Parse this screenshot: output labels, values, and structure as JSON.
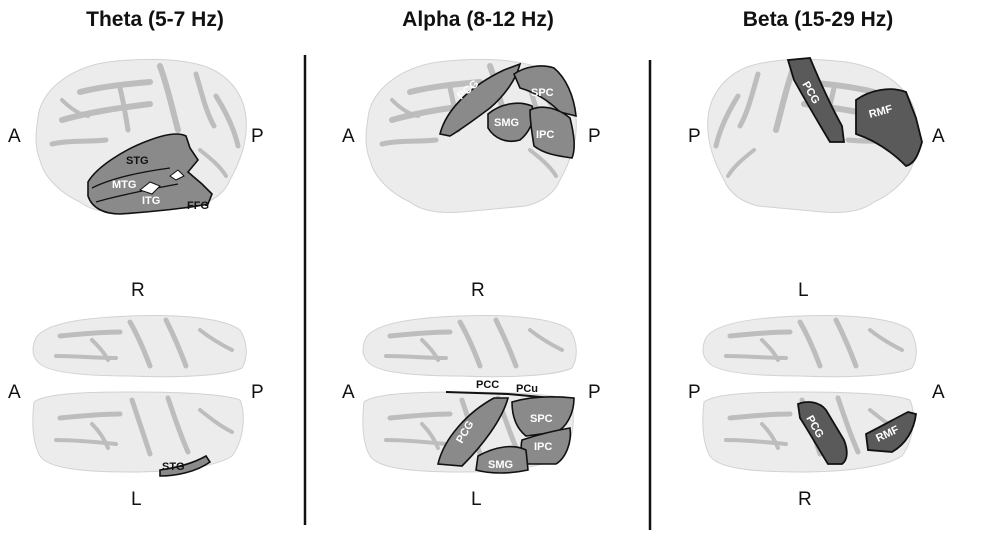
{
  "columns": [
    {
      "title": "Theta (5-7 Hz)",
      "top_left": "A",
      "top_right": "P",
      "bottom_top": "R",
      "bottom_left": "A",
      "bottom_right": "P",
      "bottom_bottom": "L",
      "regions_lateral": [
        "STG",
        "MTG",
        "ITG",
        "FFG"
      ],
      "regions_dorsal": [
        "STG"
      ]
    },
    {
      "title": "Alpha (8-12 Hz)",
      "top_left": "A",
      "top_right": "P",
      "bottom_top": "R",
      "bottom_left": "A",
      "bottom_right": "P",
      "bottom_bottom": "L",
      "regions_lateral": [
        "PCG",
        "SPC",
        "SMG",
        "IPC"
      ],
      "regions_dorsal": [
        "PCC",
        "PCu",
        "SPC",
        "PCG",
        "IPC",
        "SMG"
      ]
    },
    {
      "title": "Beta (15-29 Hz)",
      "top_left": "P",
      "top_right": "A",
      "bottom_top": "L",
      "bottom_left": "P",
      "bottom_right": "A",
      "bottom_bottom": "R",
      "regions_lateral": [
        "PCG",
        "RMF"
      ],
      "regions_dorsal": [
        "PCG",
        "RMF"
      ]
    }
  ]
}
